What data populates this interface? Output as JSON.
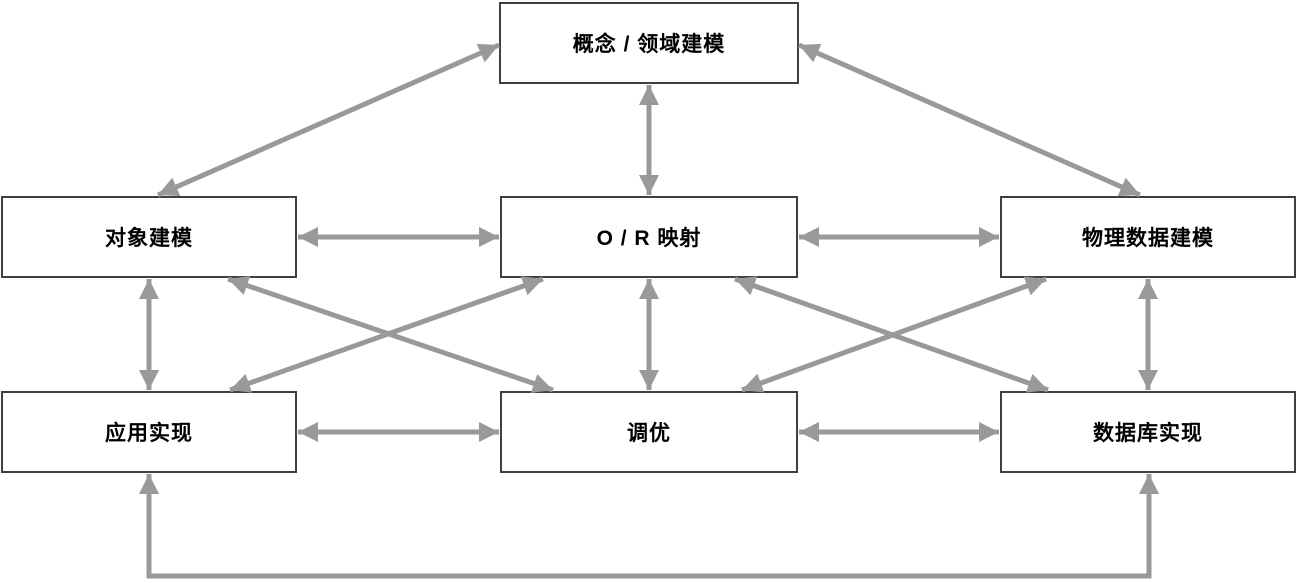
{
  "diagram": {
    "background_color": "#ffffff",
    "arrow_color": "#999999",
    "box_border_color": "#404040",
    "box_fill_color": "#ffffff",
    "text_color": "#000000",
    "nodes": [
      {
        "id": "concept-domain-modeling",
        "label": "概念 / 领域建模"
      },
      {
        "id": "object-modeling",
        "label": "对象建模"
      },
      {
        "id": "or-mapping",
        "label": "O / R 映射"
      },
      {
        "id": "physical-data-modeling",
        "label": "物理数据建模"
      },
      {
        "id": "application-implementation",
        "label": "应用实现"
      },
      {
        "id": "tuning",
        "label": "调优"
      },
      {
        "id": "database-implementation",
        "label": "数据库实现"
      }
    ],
    "edges": [
      {
        "from": "concept-domain-modeling",
        "to": "object-modeling",
        "direction": "bidirectional"
      },
      {
        "from": "concept-domain-modeling",
        "to": "or-mapping",
        "direction": "bidirectional"
      },
      {
        "from": "concept-domain-modeling",
        "to": "physical-data-modeling",
        "direction": "bidirectional"
      },
      {
        "from": "object-modeling",
        "to": "or-mapping",
        "direction": "bidirectional"
      },
      {
        "from": "or-mapping",
        "to": "physical-data-modeling",
        "direction": "bidirectional"
      },
      {
        "from": "object-modeling",
        "to": "application-implementation",
        "direction": "bidirectional"
      },
      {
        "from": "or-mapping",
        "to": "tuning",
        "direction": "bidirectional"
      },
      {
        "from": "physical-data-modeling",
        "to": "database-implementation",
        "direction": "bidirectional"
      },
      {
        "from": "object-modeling",
        "to": "tuning",
        "direction": "bidirectional"
      },
      {
        "from": "or-mapping",
        "to": "application-implementation",
        "direction": "bidirectional"
      },
      {
        "from": "or-mapping",
        "to": "database-implementation",
        "direction": "bidirectional"
      },
      {
        "from": "physical-data-modeling",
        "to": "tuning",
        "direction": "bidirectional"
      },
      {
        "from": "application-implementation",
        "to": "tuning",
        "direction": "bidirectional"
      },
      {
        "from": "tuning",
        "to": "database-implementation",
        "direction": "bidirectional"
      },
      {
        "from": "application-implementation",
        "to": "database-implementation",
        "direction": "bidirectional",
        "route": "bottom"
      }
    ]
  }
}
